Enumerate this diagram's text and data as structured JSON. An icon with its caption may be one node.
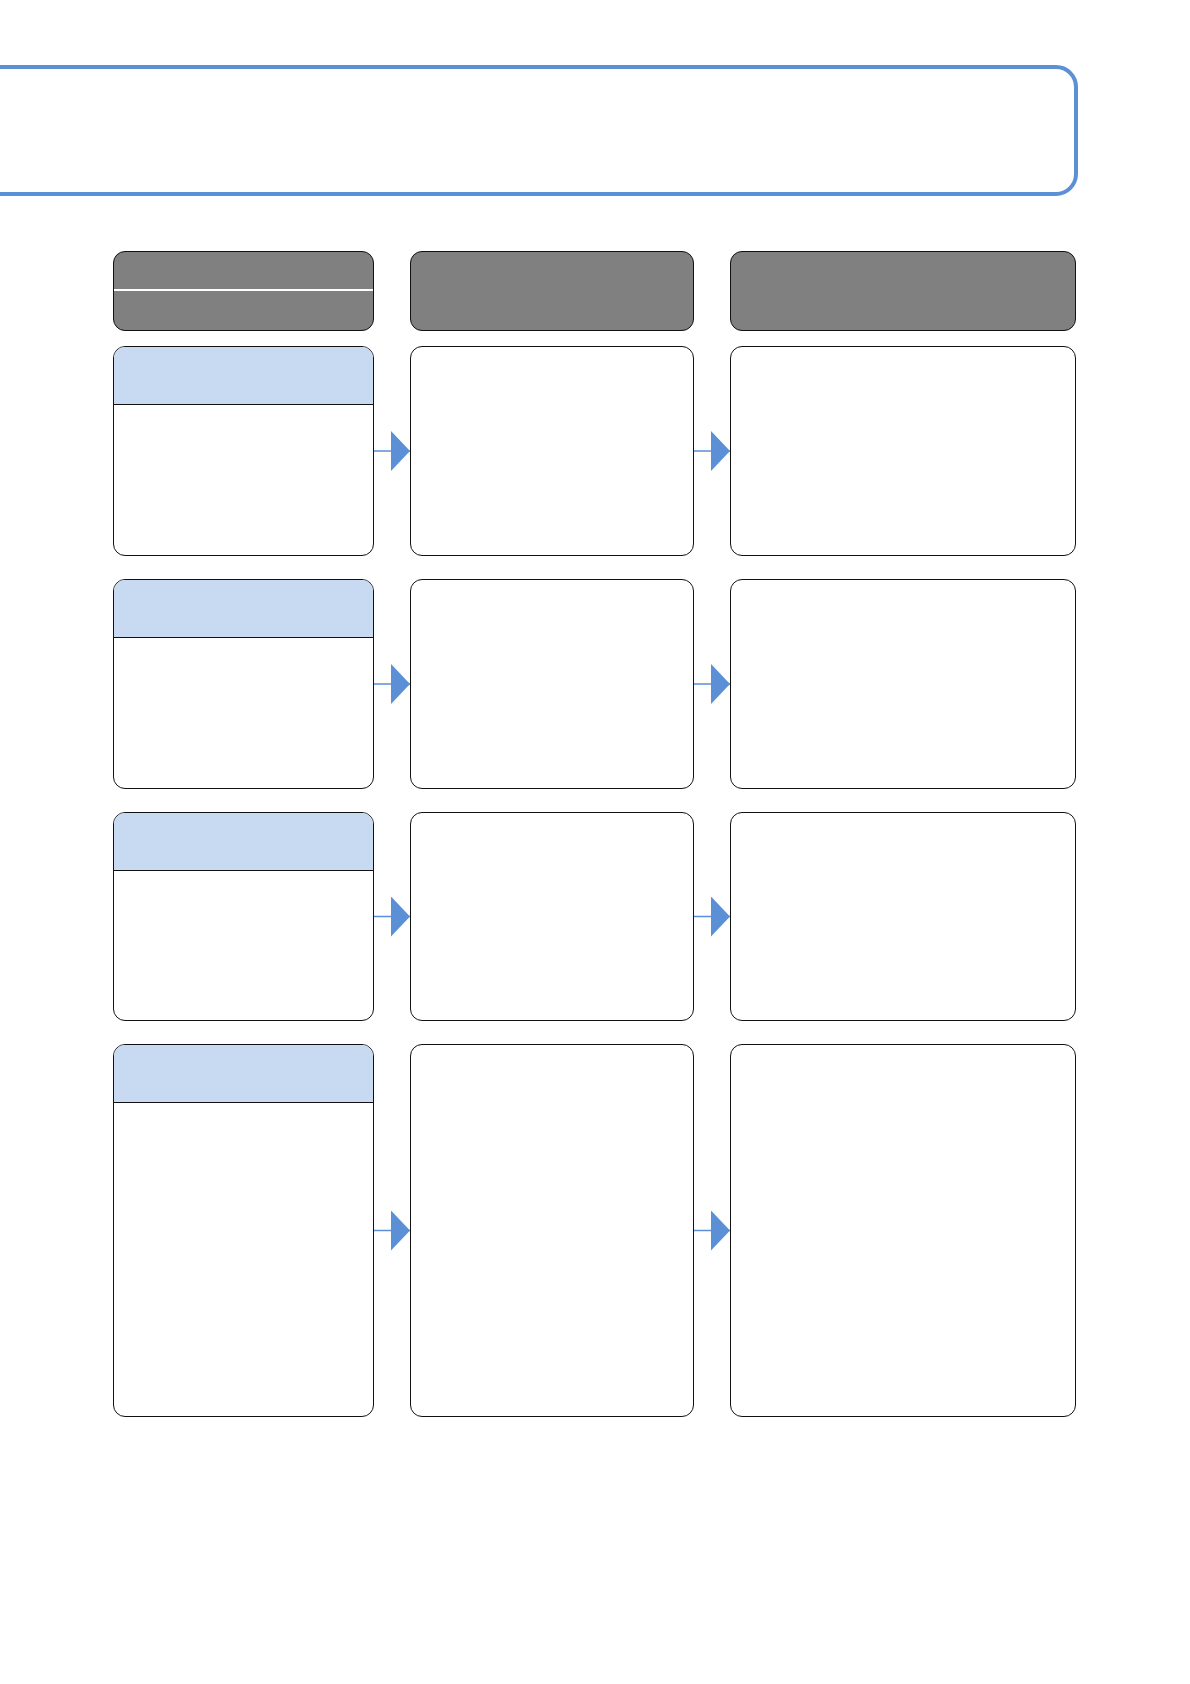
{
  "diagram": {
    "nodes": [
      {
        "text": [],
        "shape": "box"
      },
      {
        "text": [],
        "shape": "box"
      },
      {
        "text": [],
        "shape": "box"
      },
      {
        "text": [],
        "shape": "box"
      },
      {
        "text": [],
        "shape": "box"
      },
      {
        "text": [],
        "shape": "box"
      },
      {
        "text": [],
        "shape": "box"
      },
      {
        "text": [],
        "shape": "box"
      },
      {
        "text": [],
        "shape": "box"
      },
      {
        "text": [],
        "shape": "box"
      },
      {
        "text": [],
        "shape": "box"
      },
      {
        "text": [],
        "shape": "box"
      },
      {
        "text": [],
        "shape": "box"
      },
      {
        "text": [],
        "shape": "box"
      },
      {
        "text": [],
        "shape": "box"
      },
      {
        "text": [],
        "shape": "box"
      }
    ],
    "edges": [
      {
        "from": 4,
        "to": 5,
        "arrow": "to"
      },
      {
        "from": 5,
        "to": 6,
        "arrow": "to"
      },
      {
        "from": 7,
        "to": 8,
        "arrow": "to"
      },
      {
        "from": 8,
        "to": 9,
        "arrow": "to"
      },
      {
        "from": 10,
        "to": 11,
        "arrow": "to"
      },
      {
        "from": 11,
        "to": 12,
        "arrow": "to"
      },
      {
        "from": 13,
        "to": 14,
        "arrow": "to"
      },
      {
        "from": 14,
        "to": 15,
        "arrow": "to"
      }
    ]
  }
}
